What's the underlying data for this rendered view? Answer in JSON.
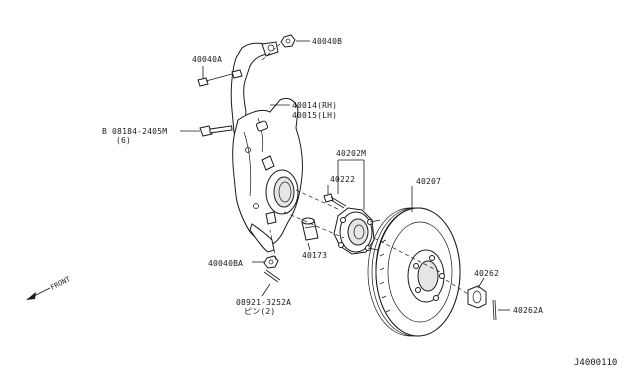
{
  "diagram_id": "J4000110",
  "orientation": {
    "arrow_label": "FRONT"
  },
  "callouts": [
    {
      "key": "40040B",
      "text": "40040B"
    },
    {
      "key": "40040A",
      "text": "40040A"
    },
    {
      "key": "40014_RH",
      "text": "40014(RH)"
    },
    {
      "key": "40015_LH",
      "text": "40015(LH)"
    },
    {
      "key": "bolt",
      "text": "B 08184-2405M"
    },
    {
      "key": "bolt_qty",
      "text": "(6)"
    },
    {
      "key": "40202M",
      "text": "40202M"
    },
    {
      "key": "40222",
      "text": "40222"
    },
    {
      "key": "40207",
      "text": "40207"
    },
    {
      "key": "40173",
      "text": "40173"
    },
    {
      "key": "40040BA",
      "text": "40040BA"
    },
    {
      "key": "pin",
      "text": "08921-3252A"
    },
    {
      "key": "pin_qty",
      "text": "ピン(2)"
    },
    {
      "key": "40262",
      "text": "40262"
    },
    {
      "key": "40262A",
      "text": "40262A"
    }
  ]
}
